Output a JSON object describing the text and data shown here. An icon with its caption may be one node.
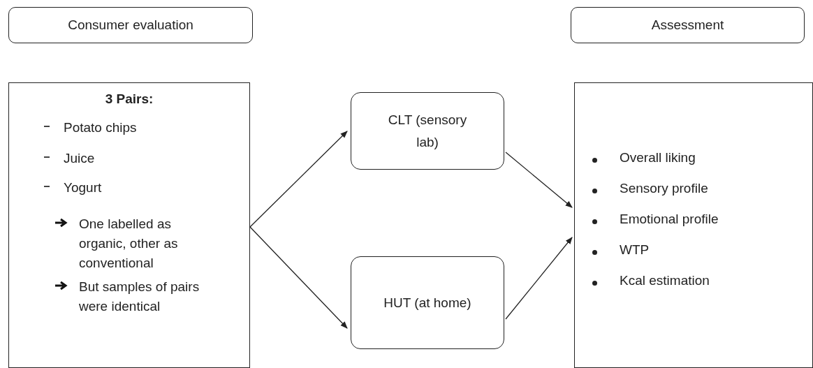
{
  "diagram": {
    "nodes": [
      {
        "text": [
          "Consumer evaluation"
        ]
      },
      {
        "text": [
          "Assessment"
        ]
      },
      {
        "text": [
          "3 Pairs:",
          "Potato chips",
          "Juice",
          "Yogurt",
          "One labelled as organic, other as conventional",
          "But samples of pairs were identical"
        ]
      },
      {
        "text": [
          "CLT (sensory lab)"
        ]
      },
      {
        "text": [
          "HUT (at home)"
        ]
      },
      {
        "text": [
          "Overall liking",
          "Sensory profile",
          "Emotional profile",
          "WTP",
          "Kcal estimation"
        ]
      }
    ],
    "edges": [
      {
        "from": 2,
        "to": 3,
        "arrow": "to"
      },
      {
        "from": 2,
        "to": 4,
        "arrow": "to"
      },
      {
        "from": 3,
        "to": 5,
        "arrow": "to"
      },
      {
        "from": 4,
        "to": 5,
        "arrow": "to"
      }
    ]
  }
}
